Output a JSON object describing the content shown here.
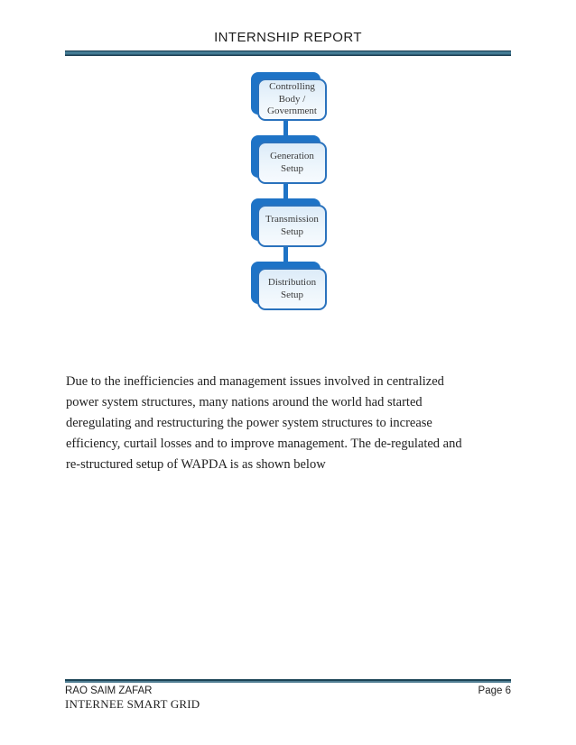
{
  "header": {
    "title": "INTERNSHIP REPORT"
  },
  "diagram": {
    "nodes": [
      {
        "label": "Controlling Body / Government"
      },
      {
        "label": "Generation Setup"
      },
      {
        "label": "Transmission Setup"
      },
      {
        "label": "Distribution Setup"
      }
    ]
  },
  "paragraph": {
    "lines": [
      "Due to the inefficiencies and management issues involved in centralized",
      "power system structures, many nations around the world had started",
      "deregulating and restructuring the power system structures to increase",
      "efficiency, curtail losses and to improve management. The de-regulated and",
      "re-structured setup of WAPDA is as shown below"
    ]
  },
  "footer": {
    "author": "RAO SAIM ZAFAR",
    "role": "INTERNEE SMART GRID",
    "page_label": "Page 6"
  },
  "colors": {
    "box_fill_dark": "#1e73c6",
    "box_border": "#2a72bd",
    "box_fill_light": "#e9f2fb",
    "rule_teal": "#447b94",
    "rule_dark": "#16394e",
    "text": "#212121"
  }
}
